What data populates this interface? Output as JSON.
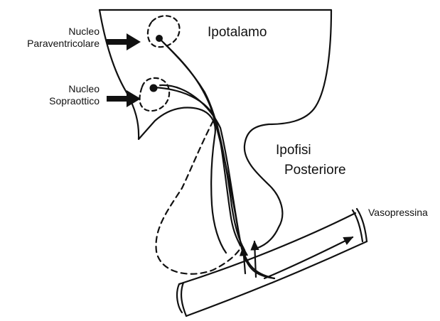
{
  "labels": {
    "nucleo_paraventricolare": {
      "line1": "Nucleo",
      "line2": "Paraventricolare"
    },
    "nucleo_sopraottico": {
      "line1": "Nucleo",
      "line2": "Sopraottico"
    },
    "ipotalamo": "Ipotalamo",
    "ipofisi_posteriore": {
      "line1": "Ipofisi",
      "line2": "Posteriore"
    },
    "vasopressina": "Vasopressina"
  },
  "colors": {
    "ink": "#111111",
    "background": "#ffffff"
  }
}
